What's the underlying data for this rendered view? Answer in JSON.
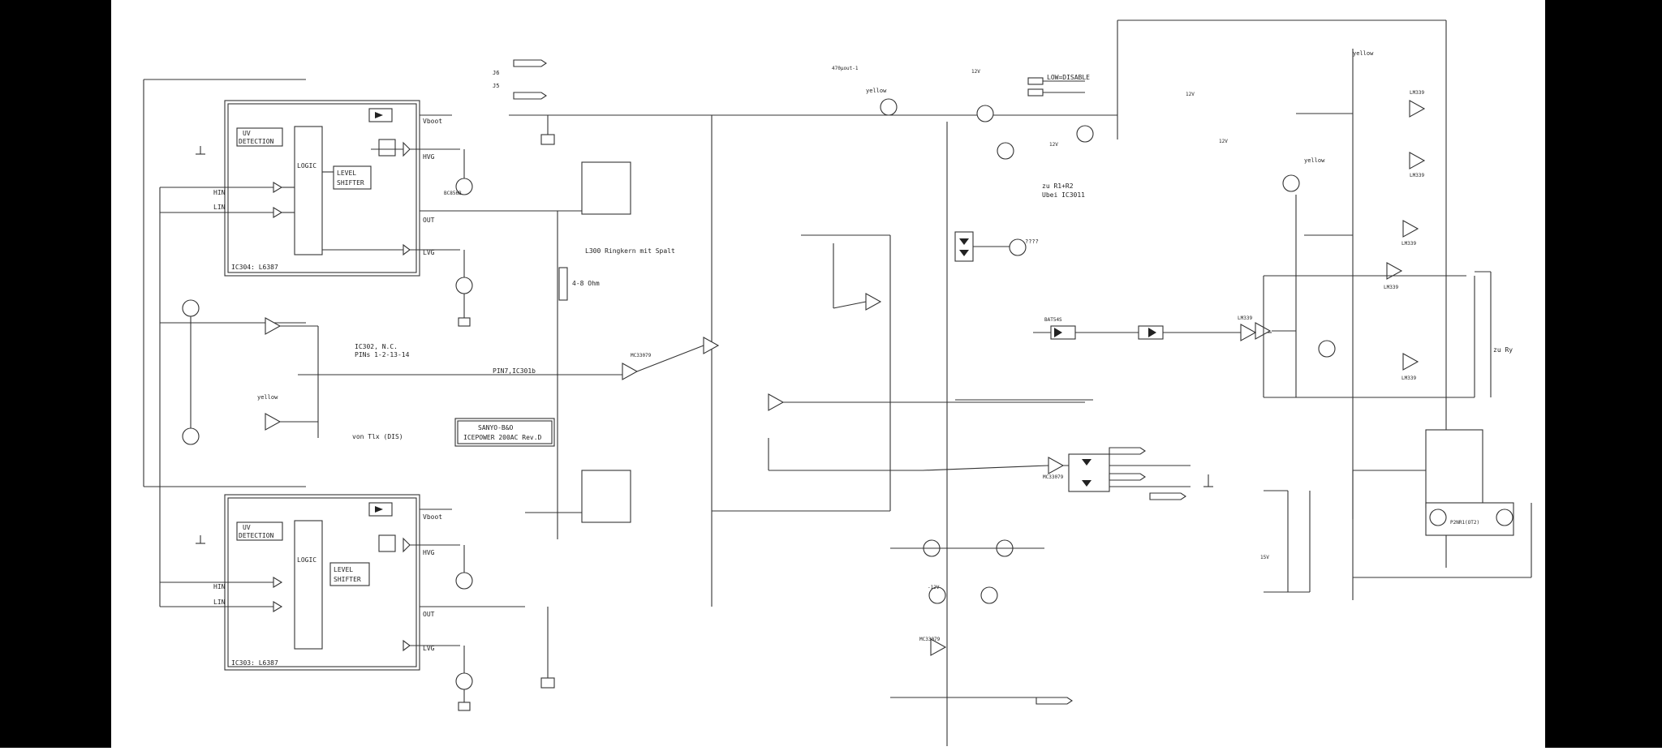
{
  "texts": {
    "ic304": "IC304: L6387",
    "ic303": "IC303: L6387",
    "uv": "UV",
    "detection": "DETECTION",
    "logic": "LOGIC",
    "level": "LEVEL",
    "shifter": "SHIFTER",
    "hin": "HIN",
    "lin": "LIN",
    "vboot": "Vboot",
    "hvg": "HVG",
    "lvg": "LVG",
    "out": "OUT",
    "bc": "BC856B",
    "ic302_1": "IC302,   N.C.",
    "ic302_2": "PINs 1-2-13-14",
    "pin7": "PIN7,IC301b",
    "l300": "L300 Ringkern mit Spalt",
    "ohm": "4-8 Ohm",
    "yellow": "yellow",
    "vonTlx": "von Tlx (DIS)",
    "sanyo1": "SANYO-B&O",
    "sanyo2": "ICEPOWER 200AC Rev.D",
    "lowdisable": "LOW=DISABLE",
    "zuR1": "zu R1+R2",
    "ubei": "Ubei IC3011",
    "zuRy": "zu Ry",
    "power": "470µout-1",
    "q1": "????",
    "diode": "BAT54S",
    "p12": "12V",
    "p15": "15V",
    "n12": "-12V",
    "lab6": "J6",
    "lab5": "J5",
    "lm": "LM339",
    "mc": "MC33079",
    "opto": "P2NR1(OT2)"
  }
}
